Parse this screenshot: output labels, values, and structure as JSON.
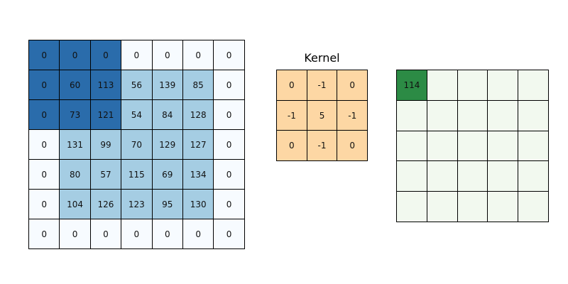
{
  "figure": {
    "background": "#ffffff",
    "grid_line_color": "#000000",
    "text_color": "#111111"
  },
  "input_matrix": {
    "description": "zero-padded input matrix",
    "rows": 7,
    "cols": 7,
    "values": [
      [
        0,
        0,
        0,
        0,
        0,
        0,
        0
      ],
      [
        0,
        60,
        113,
        56,
        139,
        85,
        0
      ],
      [
        0,
        73,
        121,
        54,
        84,
        128,
        0
      ],
      [
        0,
        131,
        99,
        70,
        129,
        127,
        0
      ],
      [
        0,
        80,
        57,
        115,
        69,
        134,
        0
      ],
      [
        0,
        104,
        126,
        123,
        95,
        130,
        0
      ],
      [
        0,
        0,
        0,
        0,
        0,
        0,
        0
      ]
    ],
    "highlight_window": {
      "row_start": 0,
      "col_start": 0,
      "rows": 3,
      "cols": 3
    },
    "colors": {
      "window": "#2a6cab",
      "interior": "#a5cde3",
      "padding": "#f7fbff"
    }
  },
  "kernel": {
    "title": "Kernel",
    "rows": 3,
    "cols": 3,
    "values": [
      [
        0,
        -1,
        0
      ],
      [
        -1,
        5,
        -1
      ],
      [
        0,
        -1,
        0
      ]
    ],
    "colors": {
      "cell": "#fdd7a4"
    }
  },
  "output_matrix": {
    "description": "convolution output",
    "rows": 5,
    "cols": 5,
    "values": [
      [
        114,
        "",
        "",
        "",
        ""
      ],
      [
        "",
        "",
        "",
        "",
        ""
      ],
      [
        "",
        "",
        "",
        "",
        ""
      ],
      [
        "",
        "",
        "",
        "",
        ""
      ],
      [
        "",
        "",
        "",
        "",
        ""
      ]
    ],
    "computed_cell": {
      "row": 0,
      "col": 0,
      "value": 114
    },
    "colors": {
      "computed": "#2c8b45",
      "empty": "#f2f9ef"
    }
  }
}
